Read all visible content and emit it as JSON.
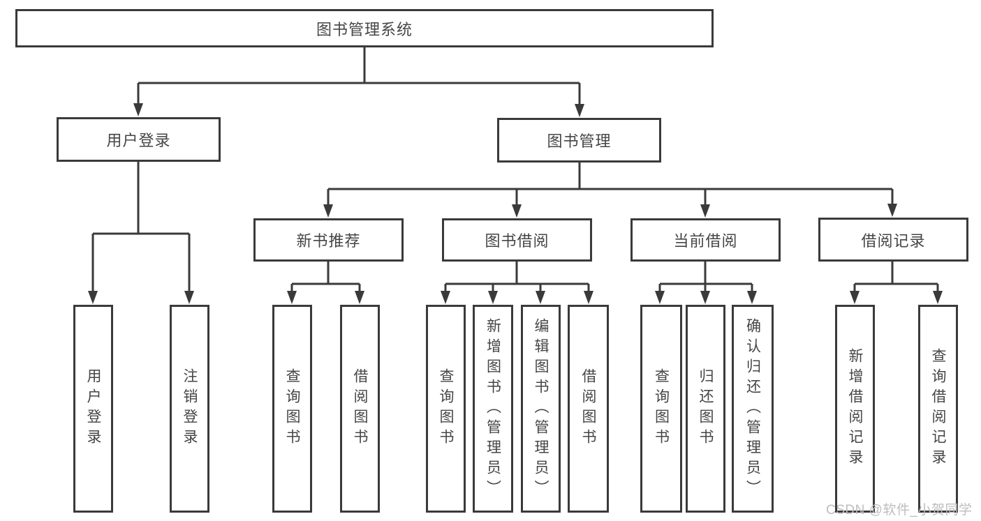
{
  "diagram": {
    "root": {
      "label": "图书管理系统"
    },
    "branches": [
      {
        "label": "用户登录",
        "children": [
          {
            "label": "用户登录"
          },
          {
            "label": "注销登录"
          }
        ]
      },
      {
        "label": "图书管理",
        "children": [
          {
            "label": "新书推荐",
            "children": [
              {
                "label": "查询图书"
              },
              {
                "label": "借阅图书"
              }
            ]
          },
          {
            "label": "图书借阅",
            "children": [
              {
                "label": "查询图书"
              },
              {
                "label": "新增图书（管理员）"
              },
              {
                "label": "编辑图书（管理员）"
              },
              {
                "label": "借阅图书"
              }
            ]
          },
          {
            "label": "当前借阅",
            "children": [
              {
                "label": "查询图书"
              },
              {
                "label": "归还图书"
              },
              {
                "label": "确认归还（管理员）"
              }
            ]
          },
          {
            "label": "借阅记录",
            "children": [
              {
                "label": "新增借阅记录"
              },
              {
                "label": "查询借阅记录"
              }
            ]
          }
        ]
      }
    ]
  },
  "watermark": {
    "text": "CSDN @软件_小贺同学"
  },
  "colors": {
    "line": "#3a3a3a",
    "box_border": "#3a3a3a",
    "text": "#454545",
    "watermark": "#bdbdbd",
    "background": "#ffffff"
  }
}
